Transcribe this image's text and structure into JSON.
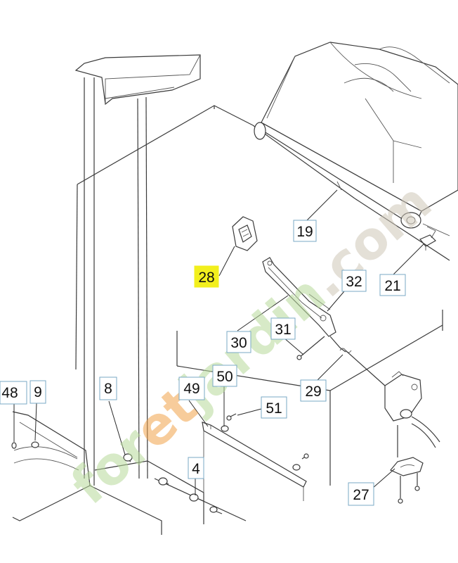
{
  "diagram": {
    "callouts": [
      {
        "id": "28",
        "label": "28",
        "highlight": true
      },
      {
        "id": "19",
        "label": "19",
        "highlight": false
      },
      {
        "id": "32",
        "label": "32",
        "highlight": false
      },
      {
        "id": "21",
        "label": "21",
        "highlight": false
      },
      {
        "id": "31",
        "label": "31",
        "highlight": false
      },
      {
        "id": "30",
        "label": "30",
        "highlight": false
      },
      {
        "id": "50",
        "label": "50",
        "highlight": false
      },
      {
        "id": "29",
        "label": "29",
        "highlight": false
      },
      {
        "id": "8",
        "label": "8",
        "highlight": false
      },
      {
        "id": "49",
        "label": "49",
        "highlight": false
      },
      {
        "id": "9",
        "label": "9",
        "highlight": false
      },
      {
        "id": "48",
        "label": "48",
        "highlight": false
      },
      {
        "id": "51",
        "label": "51",
        "highlight": false
      },
      {
        "id": "4",
        "label": "4",
        "highlight": false
      },
      {
        "id": "27",
        "label": "27",
        "highlight": false
      }
    ],
    "highlight_color": "#f2ef1d",
    "callout_border_color": "#7aa9c6"
  },
  "watermark": {
    "text": "foretjardin.com",
    "green": "#b7d99a",
    "orange": "#f2a34a",
    "grey": "#cfc7b8"
  }
}
